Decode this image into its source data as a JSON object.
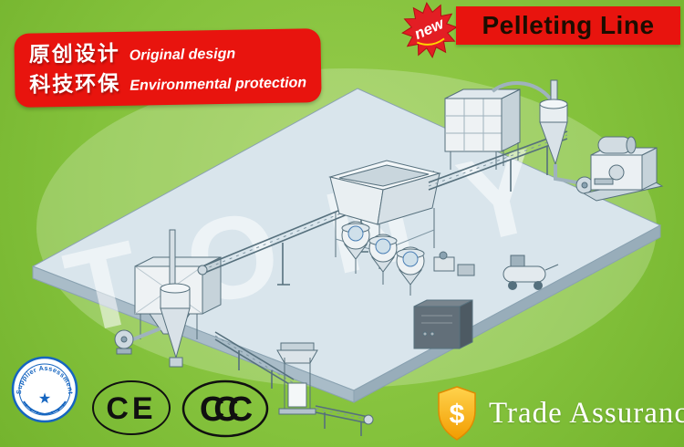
{
  "header": {
    "left_banner": {
      "line1_cn": "原创设计",
      "line1_en": "Original design",
      "line2_cn": "科技环保",
      "line2_en": "Environmental protection"
    },
    "new_badge_label": "new",
    "title": "Pelleting Line"
  },
  "watermark": "TONY",
  "footer": {
    "seal_text": "Supplier Assessment",
    "seal_star_glyph": "★",
    "ce_label": "CE",
    "ccc_label": "CCC",
    "trade_currency": "$",
    "trade_label": "Trade Assurance"
  },
  "colors": {
    "background_green": "#84C23C",
    "banner_red": "#E8140E",
    "title_text": "#1C0D00",
    "platform_blue": "#D9E5EC",
    "shield_gold": "#F7B500",
    "seal_blue": "#1565C0"
  }
}
